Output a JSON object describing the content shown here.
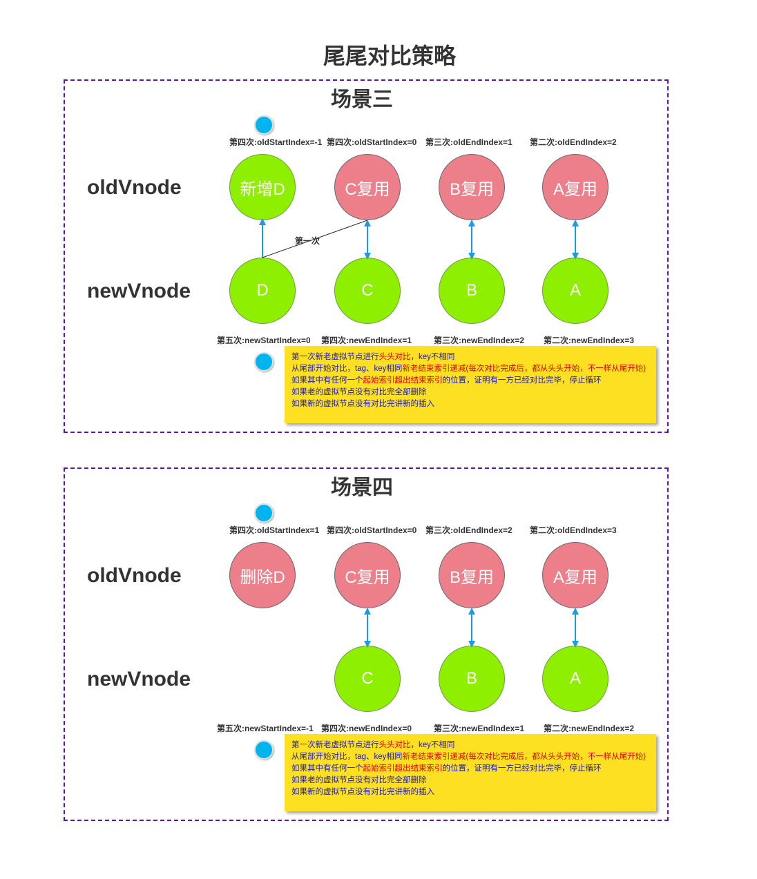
{
  "title": "尾尾对比策略",
  "scenes": [
    {
      "title": "场景三",
      "old_label": "oldVnode",
      "new_label": "newVnode",
      "old_nodes": [
        "新增D",
        "C复用",
        "B复用",
        "A复用"
      ],
      "new_nodes": [
        "D",
        "C",
        "B",
        "A"
      ],
      "old_indices": [
        "第四次:oldStartIndex=-1",
        "第四次:oldStartIndex=0",
        "第三次:oldEndIndex=1",
        "第二次:oldEndIndex=2"
      ],
      "new_indices": [
        "第五次:newStartIndex=0",
        "第四次:newEndIndex=1",
        "第三次:newEndIndex=2",
        "第二次:newEndIndex=3"
      ],
      "step_label": "第一次",
      "note": {
        "l1a": "第一次新老虚拟节点进行",
        "l1b": "头头对比",
        "l1c": "，key不相同",
        "l2a": "从尾部开始对比，tag、key相同",
        "l2b": "新老结束索引递减(每次对比完成后，都从头头开始，不一样从尾开始)",
        "l3a": "如果其中有任何一个",
        "l3b": "起始索引超出结束索引",
        "l3c": "的位置，证明有一方已经对比完毕，停止循环",
        "l4": "如果老的虚拟节点没有对比完全部删除",
        "l5": "如果新的虚拟节点没有对比完讲新的插入"
      }
    },
    {
      "title": "场景四",
      "old_label": "oldVnode",
      "new_label": "newVnode",
      "old_nodes": [
        "删除D",
        "C复用",
        "B复用",
        "A复用"
      ],
      "new_nodes": [
        "C",
        "B",
        "A"
      ],
      "old_indices": [
        "第四次:oldStartIndex=1",
        "第四次:oldStartIndex=0",
        "第三次:oldEndIndex=2",
        "第二次:oldEndIndex=3"
      ],
      "new_indices": [
        "第五次:newStartIndex=-1",
        "第四次:newEndIndex=0",
        "第三次:newEndIndex=1",
        "第二次:newEndIndex=2"
      ],
      "note": {
        "l1a": "第一次新老虚拟节点进行",
        "l1b": "头头对比",
        "l1c": "，key不相同",
        "l2a": "从尾部开始对比，tag、key相同",
        "l2b": "新老结束索引递减(每次对比完成后，都从头头开始，不一样从尾开始)",
        "l3a": "如果其中有任何一个",
        "l3b": "起始索引超出结束索引",
        "l3c": "的位置，证明有一方已经对比完毕，停止循环",
        "l4": "如果老的虚拟节点没有对比完全部删除",
        "l5": "如果新的虚拟节点没有对比完讲新的插入"
      }
    }
  ],
  "colors": {
    "reused": "#ec7f8a",
    "new": "#8fef00",
    "border": "#6a0dad",
    "arrow": "#1a9be8",
    "note_bg": "#fde021",
    "marker": "#00b4f0"
  }
}
